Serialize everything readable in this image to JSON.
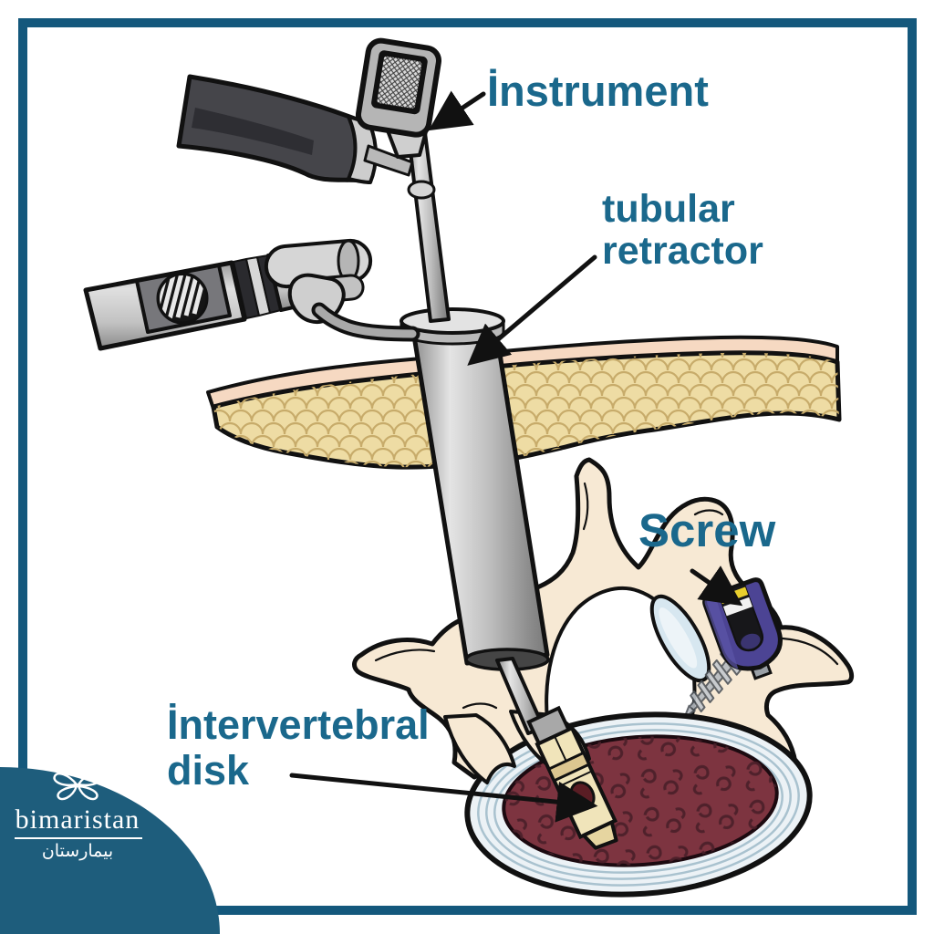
{
  "labels": {
    "instrument": "İnstrument",
    "tubular_retractor": {
      "line1": "tubular",
      "line2": "retractor"
    },
    "screw": "Screw",
    "intervertebral_disk": {
      "line1": "İntervertebral",
      "line2": "disk"
    }
  },
  "logo": {
    "name": "bimaristan",
    "name_arabic": "بيمارستان",
    "icon": "butterfly-leaves-icon"
  },
  "colors": {
    "label_text": "#1a688c",
    "frame_border": "#14587c",
    "logo_background": "#1e5d7c",
    "logo_text": "#ffffff",
    "arrow": "#111111",
    "bone": "#f7e9d4",
    "fat": "#eedca4",
    "skin": "#f6d9c2",
    "annulus": "#ecf2f6",
    "nucleus": "#7d3440",
    "screw_head_purple": "#4c4494",
    "screw_stripe_yellow": "#e9cf2d",
    "facet_blue": "#d7e7f0",
    "tool_cream": "#f0e4ba",
    "metal_light": "#e2e2e2",
    "metal_dark": "#7d7d7d",
    "handle_dark": "#45454a"
  }
}
